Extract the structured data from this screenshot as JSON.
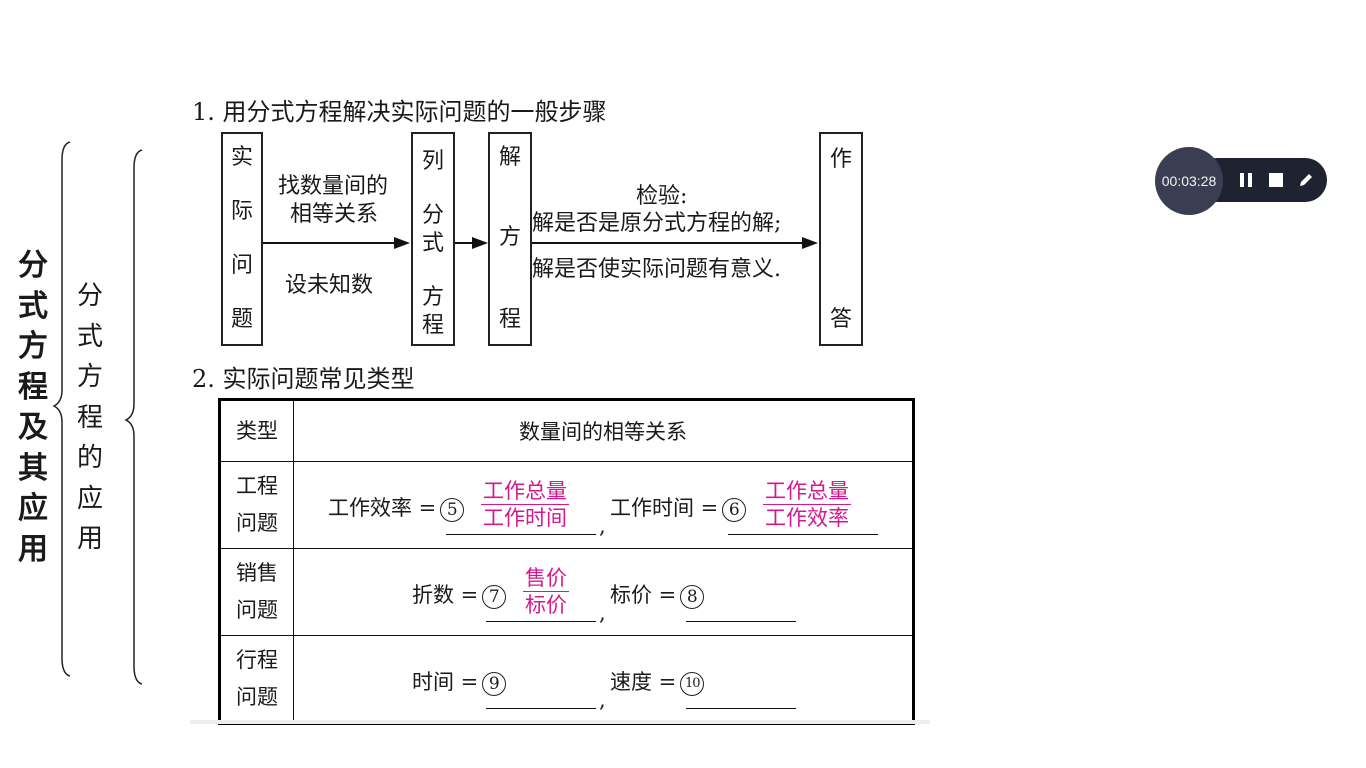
{
  "outline": {
    "main_title": [
      "分",
      "式",
      "方",
      "程",
      "及",
      "其",
      "应",
      "用"
    ],
    "sub_title": [
      "分",
      "式",
      "方",
      "程",
      "的",
      "应",
      "用"
    ]
  },
  "section1": {
    "heading": "1. 用分式方程解决实际问题的一般步骤",
    "steps": [
      {
        "chars": [
          "实",
          "际",
          "问",
          "题"
        ]
      },
      {
        "chars": [
          "列",
          "分",
          "式",
          "方",
          "程"
        ]
      },
      {
        "chars": [
          "解",
          "方",
          "程"
        ]
      },
      {
        "chars": [
          "作",
          "答"
        ]
      }
    ],
    "arrow1_top": [
      "找数量间的",
      "相等关系"
    ],
    "arrow1_bottom": "设未知数",
    "arrow3_top": [
      "检验:",
      "解是否是原分式方程的解;"
    ],
    "arrow3_bottom": "解是否使实际问题有意义."
  },
  "section2": {
    "heading": "2. 实际问题常见类型",
    "table": {
      "headers": [
        "类型",
        "数量间的相等关系"
      ],
      "rows": [
        {
          "type": [
            "工程",
            "问题"
          ],
          "left": {
            "label": "工作效率 =",
            "num": "5",
            "answer_num": "工作总量",
            "answer_den": "工作时间"
          },
          "right": {
            "label": "工作时间 =",
            "num": "6",
            "answer_num": "工作总量",
            "answer_den": "工作效率"
          }
        },
        {
          "type": [
            "销售",
            "问题"
          ],
          "left": {
            "label": "折数 =",
            "num": "7",
            "answer_num": "售价",
            "answer_den": "标价"
          },
          "right": {
            "label": "标价 =",
            "num": "8"
          }
        },
        {
          "type": [
            "行程",
            "问题"
          ],
          "left": {
            "label": "时间 =",
            "num": "9"
          },
          "right": {
            "label": "速度 =",
            "num": "10"
          }
        }
      ],
      "comma": ","
    }
  },
  "recorder": {
    "elapsed": "00:03:28",
    "colors": {
      "pill": "#1f2230",
      "circle": "#3b3e52"
    },
    "buttons": [
      "pause",
      "stop",
      "pen"
    ]
  },
  "colors": {
    "answer": "#d6188f"
  }
}
